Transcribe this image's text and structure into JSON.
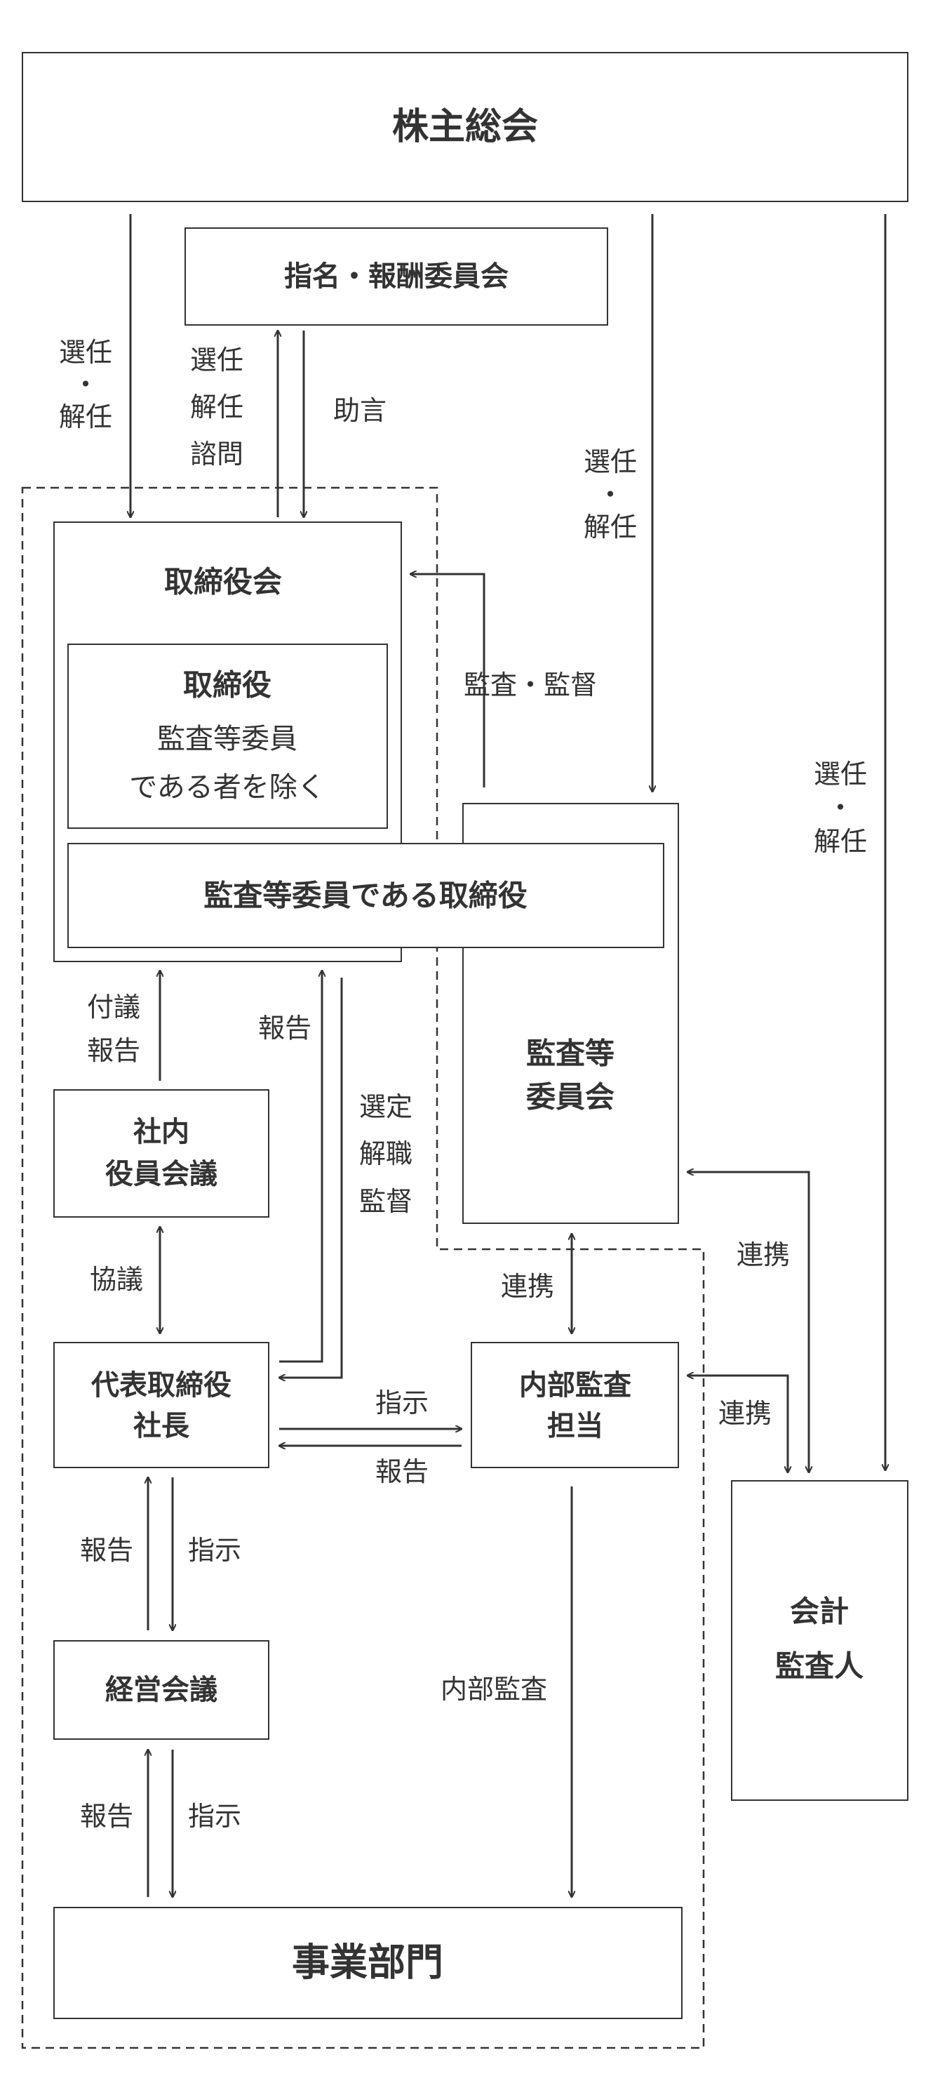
{
  "nodes": {
    "shareholders": "株主総会",
    "nomination": "指名・報酬委員会",
    "board": "取締役会",
    "directors_title": "取締役",
    "directors_sub1": "監査等委員",
    "directors_sub2": "である者を除く",
    "audit_directors": "監査等委員である取締役",
    "audit_committee_line1": "監査等",
    "audit_committee_line2": "委員会",
    "exec_meeting_line1": "社内",
    "exec_meeting_line2": "役員会議",
    "president_line1": "代表取締役",
    "president_line2": "社長",
    "internal_audit_line1": "内部監査",
    "internal_audit_line2": "担当",
    "mgmt_meeting": "経営会議",
    "business": "事業部門",
    "auditor_line1": "会計",
    "auditor_line2": "監査人"
  },
  "labels": {
    "elect1_a": "選任",
    "elect1_dot": "・",
    "elect1_b": "解任",
    "elect2_a": "選任",
    "elect2_b": "解任",
    "elect2_c": "諮問",
    "advice": "助言",
    "elect3_a": "選任",
    "elect3_dot": "・",
    "elect3_b": "解任",
    "audit_supervise": "監査・監督",
    "elect4_a": "選任",
    "elect4_dot": "・",
    "elect4_b": "解任",
    "agenda": "付議",
    "report_a": "報告",
    "report_b": "報告",
    "select_a": "選定",
    "select_b": "解職",
    "select_c": "監督",
    "consult": "協議",
    "coop1": "連携",
    "coop2": "連携",
    "coop3": "連携",
    "instruct1": "指示",
    "report_c": "報告",
    "report_d": "報告",
    "instruct2": "指示",
    "internal_audit_arrow": "内部監査",
    "report_e": "報告",
    "instruct3": "指示"
  },
  "colors": {
    "line": "#333333",
    "text": "#333333",
    "background": "#ffffff"
  }
}
